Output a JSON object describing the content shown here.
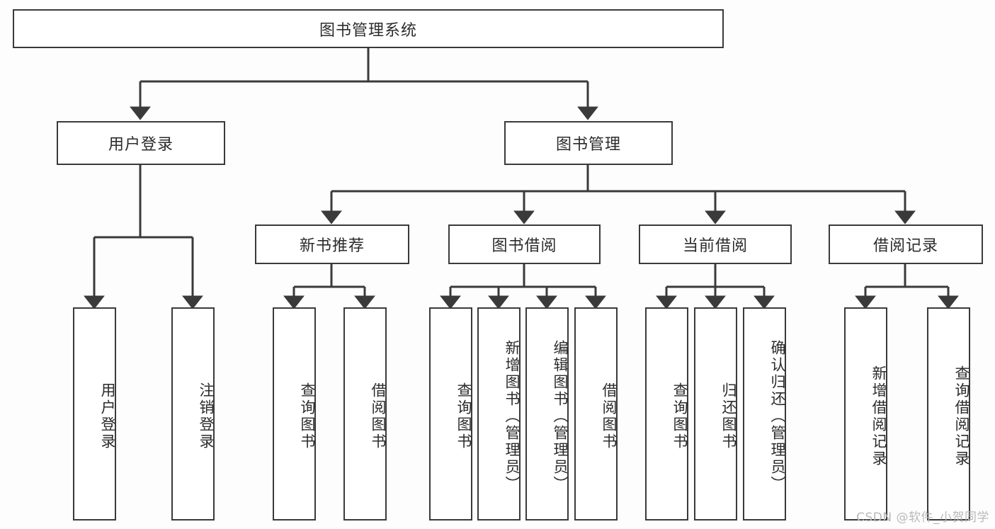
{
  "diagram": {
    "type": "tree",
    "title": "图书管理系统",
    "background_color": "#fdfdfd",
    "line_color": "#3a3a3a",
    "text_color": "#2b2b2b",
    "nodes": {
      "root": {
        "label": "图书管理系统"
      },
      "level2": [
        {
          "label": "用户登录"
        },
        {
          "label": "图书管理"
        }
      ],
      "level3": [
        {
          "label": "新书推荐"
        },
        {
          "label": "图书借阅"
        },
        {
          "label": "当前借阅"
        },
        {
          "label": "借阅记录"
        }
      ],
      "leaves": {
        "user_login": [
          {
            "label": "用户登录"
          },
          {
            "label": "注销登录"
          }
        ],
        "new_book_recommend": [
          {
            "label": "查询图书"
          },
          {
            "label": "借阅图书"
          }
        ],
        "book_borrow": [
          {
            "label": "查询图书"
          },
          {
            "label": "新增图书（管理员）"
          },
          {
            "label": "编辑图书（管理员）"
          },
          {
            "label": "借阅图书"
          }
        ],
        "current_borrow": [
          {
            "label": "查询图书"
          },
          {
            "label": "归还图书"
          },
          {
            "label": "确认归还（管理员）"
          }
        ],
        "borrow_records": [
          {
            "label": "新增借阅记录"
          },
          {
            "label": "查询借阅记录"
          }
        ]
      }
    }
  },
  "watermark": {
    "text": "CSDN @软件_小贺同学"
  }
}
